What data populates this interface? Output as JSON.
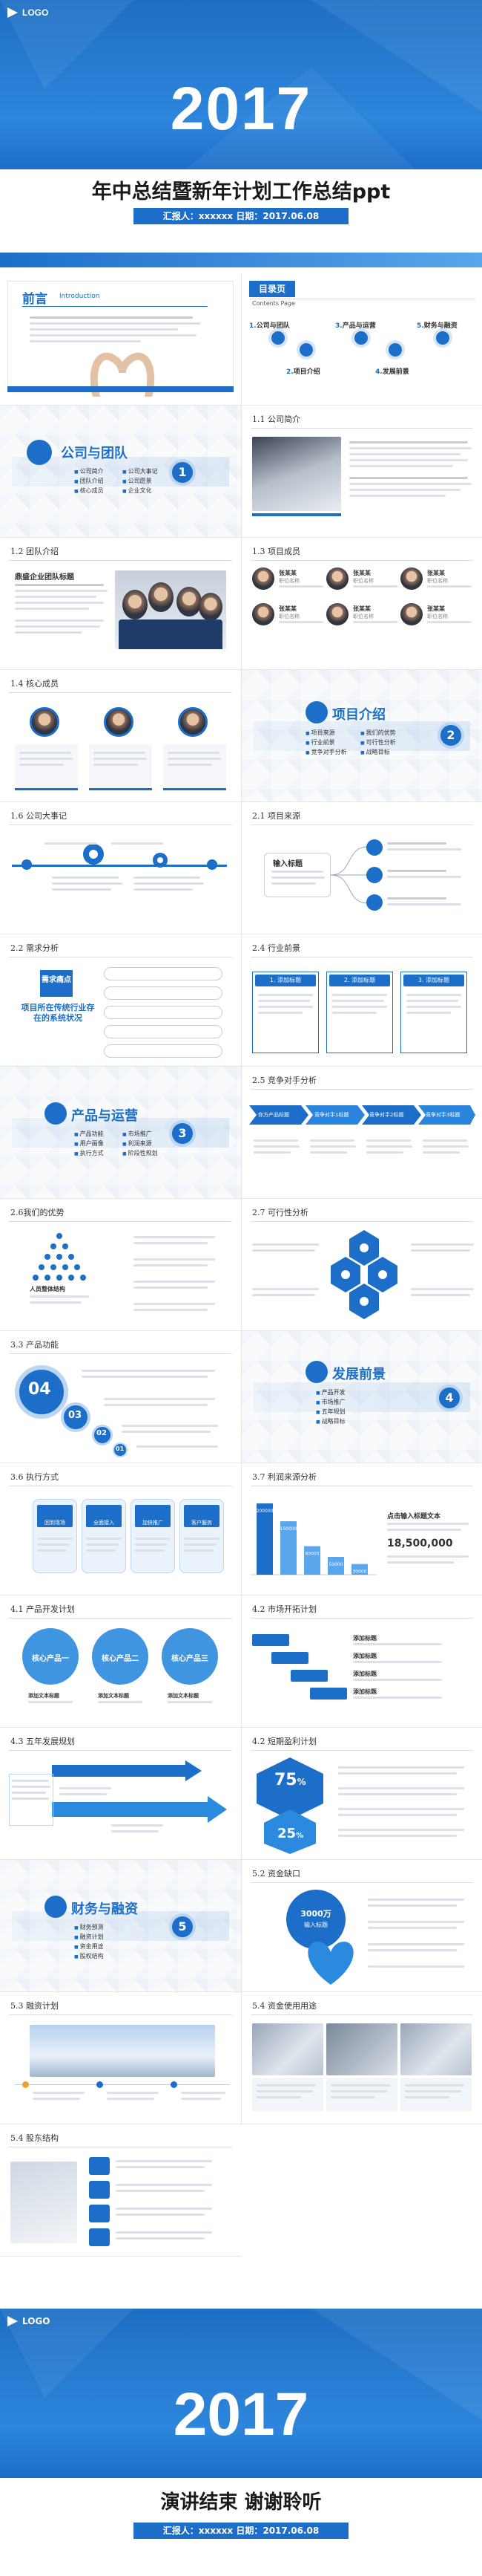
{
  "cover": {
    "logo": "LOGO",
    "year": "2017",
    "title": "年中总结暨新年计划工作总结ppt",
    "reporter_line": "汇报人：xxxxxx   日期：2017.06.08"
  },
  "preface": {
    "title": "前言",
    "title_en": "Introduction"
  },
  "toc": {
    "title": "目录页",
    "subtitle": "Contents Page",
    "items": [
      {
        "num": "1.",
        "label": "公司与团队"
      },
      {
        "num": "3.",
        "label": "产品与运营"
      },
      {
        "num": "5.",
        "label": "财务与融资"
      },
      {
        "num": "2.",
        "label": "项目介绍"
      },
      {
        "num": "4.",
        "label": "发展前景"
      }
    ]
  },
  "sections": [
    {
      "label": "公司与团队",
      "num": "1",
      "bullets": [
        "公司简介",
        "团队介绍",
        "核心成员",
        "公司大事记",
        "公司愿景",
        "企业文化"
      ]
    },
    {
      "label": "项目介绍",
      "num": "2",
      "bullets": [
        "项目来源",
        "行业前景",
        "竞争对手分析",
        "我们的优势",
        "可行性分析",
        "战略目标"
      ]
    },
    {
      "label": "产品与运营",
      "num": "3",
      "bullets": [
        "产品功能",
        "用户画像",
        "执行方式",
        "市场推广",
        "利润来源",
        "阶段性规划"
      ]
    },
    {
      "label": "发展前景",
      "num": "4",
      "bullets": [
        "产品开发",
        "市场推广",
        "五年规划",
        "战略目标"
      ]
    },
    {
      "label": "财务与融资",
      "num": "5",
      "bullets": [
        "财务预测",
        "融资计划",
        "资金用途",
        "股权结构"
      ]
    }
  ],
  "slide_titles": {
    "s1_1": "1.1 公司简介",
    "s1_2": "1.2 团队介绍",
    "s1_3": "1.3 项目成员",
    "s1_4": "1.4 核心成员",
    "s1_6": "1.6 公司大事记",
    "s2_1": "2.1 项目来源",
    "s2_2": "2.2 需求分析",
    "s2_4": "2.4 行业前景",
    "s2_5": "2.5 竞争对手分析",
    "s2_6": "2.6我们的优势",
    "s2_7": "2.7 可行性分析",
    "s3_3": "3.3 产品功能",
    "s3_6": "3.6 执行方式",
    "s3_7": "3.7 利润来源分析",
    "s4_1": "4.1 产品开发计划",
    "s4_2": "4.2 市场开拓计划",
    "s4_3": "4.3 五年发展规划",
    "s4_4": "4.2 短期盈利计划",
    "s5_2": "5.2 资金缺口",
    "s5_3": "5.3 融资计划",
    "s5_4": "5.4 资金使用用途",
    "s5_5": "5.4 股东结构"
  },
  "team": {
    "subtitle": "鼎盛企业团队标题",
    "member_name": "张某某",
    "member_role": "职位名称"
  },
  "project_source": {
    "input_title": "输入标题"
  },
  "demand": {
    "box_label": "需求痛点",
    "head": "项目所在传统行业存在的系统状况"
  },
  "industry": {
    "cols": [
      "1. 添加标题",
      "2. 添加标题",
      "3. 添加标题"
    ]
  },
  "competition": {
    "chevrons": [
      "你方产品标题",
      "竞争对手1标题",
      "竞争对手2标题",
      "竞争对手3标题"
    ]
  },
  "advantage": {
    "label": "人员整体结构"
  },
  "product_func": {
    "nums": [
      "04",
      "03",
      "02",
      "01"
    ]
  },
  "execution": {
    "cards": [
      "回到现场",
      "全面接入",
      "加快推广",
      "客户服务"
    ]
  },
  "profit": {
    "bars": [
      {
        "label": "200000",
        "value": 200000
      },
      {
        "label": "150000",
        "value": 150000
      },
      {
        "label": "80000",
        "value": 80000
      },
      {
        "label": "50000",
        "value": 50000
      },
      {
        "label": "30000",
        "value": 30000
      }
    ],
    "side_title": "点击输入标题文本",
    "side_value": "18,500,000"
  },
  "dev_plan": {
    "circles": [
      "核心产品一",
      "核心产品二",
      "核心产品三"
    ],
    "caption": "添加文本标题"
  },
  "market_plan": {
    "steps": [
      "添加标题",
      "添加标题",
      "添加标题",
      "添加标题"
    ]
  },
  "short_term": {
    "pct_top": "75",
    "pct_bottom": "25",
    "unit": "%"
  },
  "funding_gap": {
    "label": "3000万",
    "sub": "输入标题"
  },
  "closing": {
    "logo": "LOGO",
    "year": "2017",
    "title": "演讲结束   谢谢聆听",
    "reporter_line": "汇报人：xxxxxx   日期：2017.06.08"
  },
  "colors": {
    "primary": "#1c6ec8",
    "light": "#bcd6f2"
  }
}
